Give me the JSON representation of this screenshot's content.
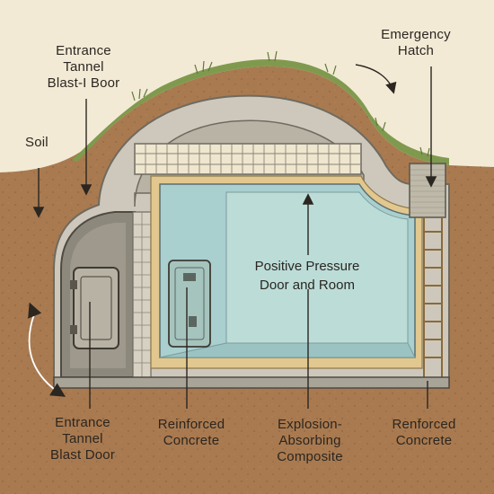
{
  "labels": {
    "emergency_hatch": [
      "Emergency",
      "Hatch"
    ],
    "entrance_top": [
      "Entrance",
      "Tannel",
      "Blast-I Boor"
    ],
    "soil": "Soil",
    "room": [
      "Positive Pressure",
      "Door and Room"
    ],
    "entrance_bottom": [
      "Entrance",
      "Tannel",
      "Blast Door"
    ],
    "reinforced_left": [
      "Reinforced",
      "Concrete"
    ],
    "explosion": [
      "Explosion-",
      "Absorbing",
      "Composite"
    ],
    "reinforced_right": [
      "Renforced",
      "Concrete"
    ]
  },
  "colors": {
    "sky": "#f3ead6",
    "soil": "#a97a50",
    "soil_dark": "#8e6440",
    "grass": "#7f9a4e",
    "concrete": "#cdc8bb",
    "concrete_dark": "#a9a498",
    "room_water": "#a9cfcf",
    "room_inner": "#bcdcd8",
    "composite": "#e2c88e",
    "ink": "#2b2620"
  }
}
